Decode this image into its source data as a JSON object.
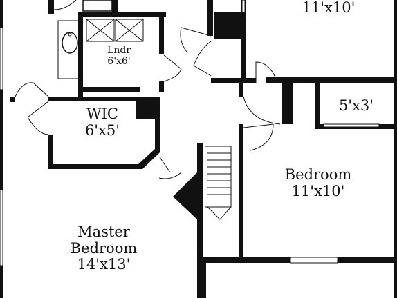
{
  "rooms": {
    "top_bedroom": {
      "dims": "11'x10'"
    },
    "laundry": {
      "name": "Lndr",
      "dims": "6'x6'"
    },
    "wic": {
      "name": "WIC",
      "dims": "6'x5'"
    },
    "closet": {
      "dims": "5'x3'"
    },
    "bedroom": {
      "name": "Bedroom",
      "dims": "11'x10'"
    },
    "master": {
      "name_line1": "Master",
      "name_line2": "Bedroom",
      "dims": "14'x13'"
    }
  }
}
